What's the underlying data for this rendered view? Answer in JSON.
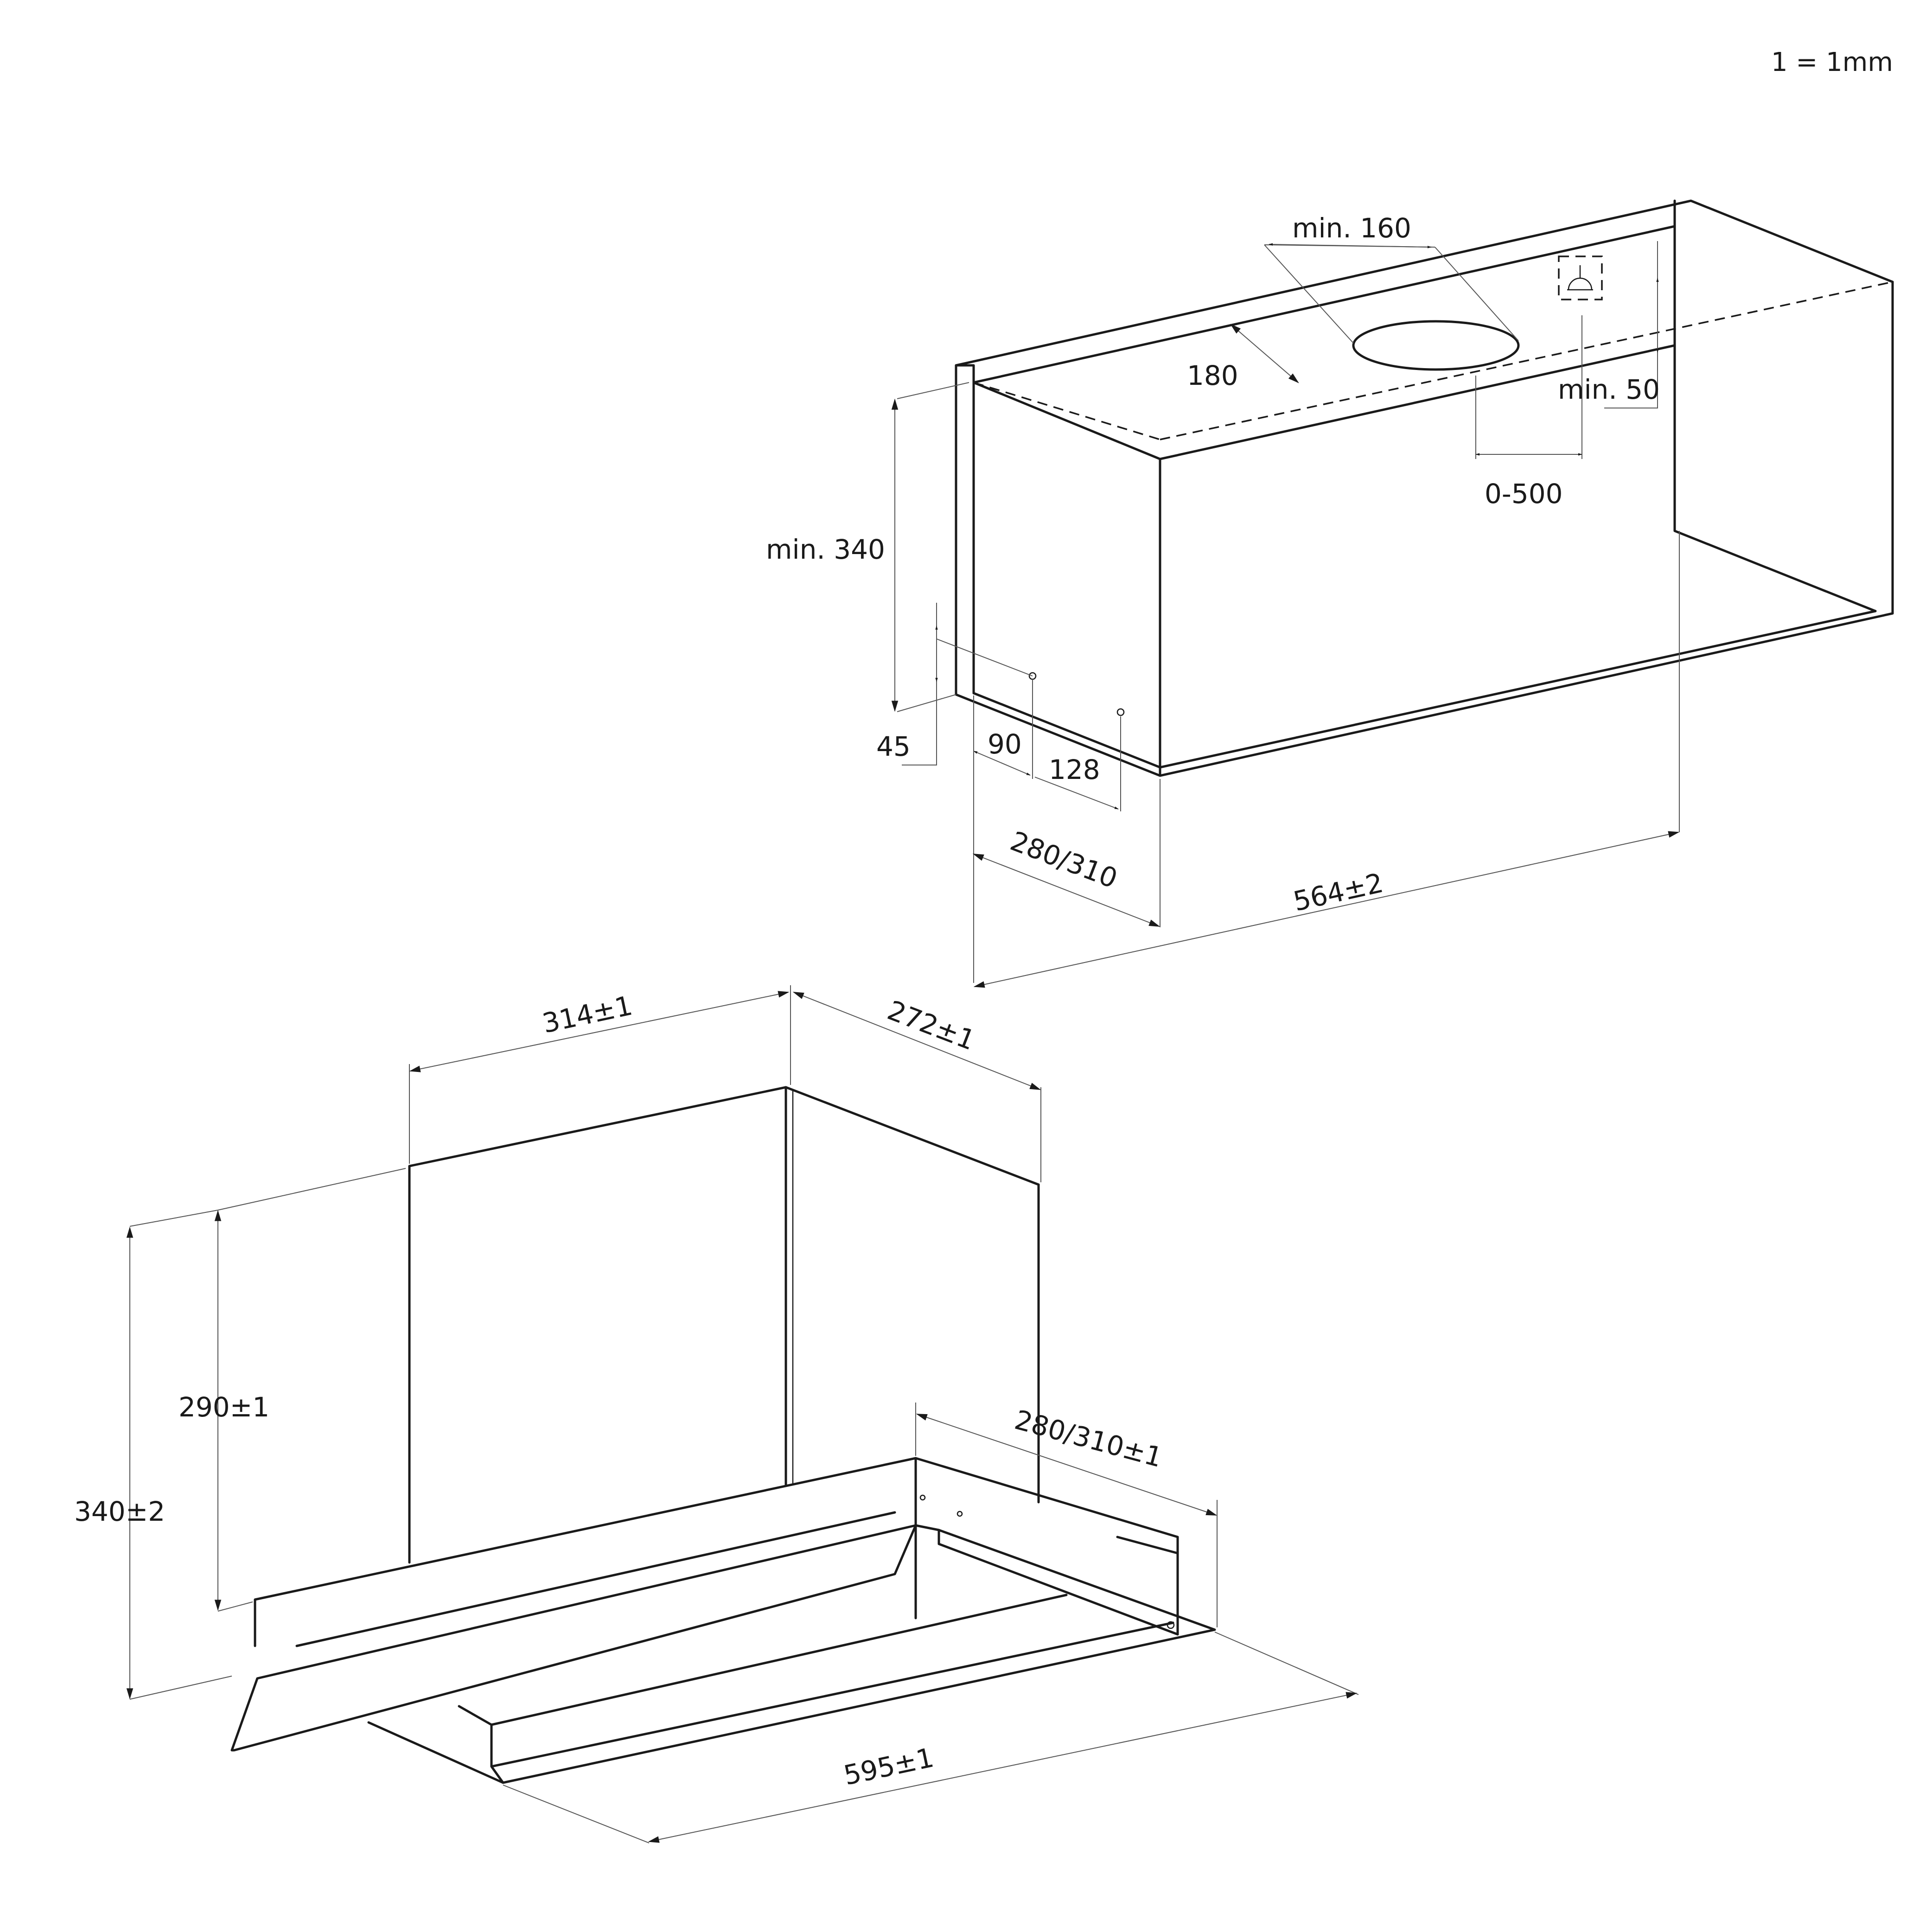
{
  "scale_note": "1 = 1mm",
  "cabinet": {
    "duct_diameter": "min. 160",
    "duct_offset": "180",
    "socket_height": "min. 50",
    "duct_range": "0-500",
    "cabinet_height": "min. 340",
    "hole_offset": "45",
    "hole_spacing_a": "90",
    "hole_spacing_b": "128",
    "cabinet_depth": "280/310",
    "cabinet_width": "564±2"
  },
  "hood": {
    "chimney_width": "314±1",
    "chimney_depth": "272±1",
    "chimney_height": "290±1",
    "total_height": "340±2",
    "body_depth": "280/310±1",
    "body_width": "595±1"
  }
}
